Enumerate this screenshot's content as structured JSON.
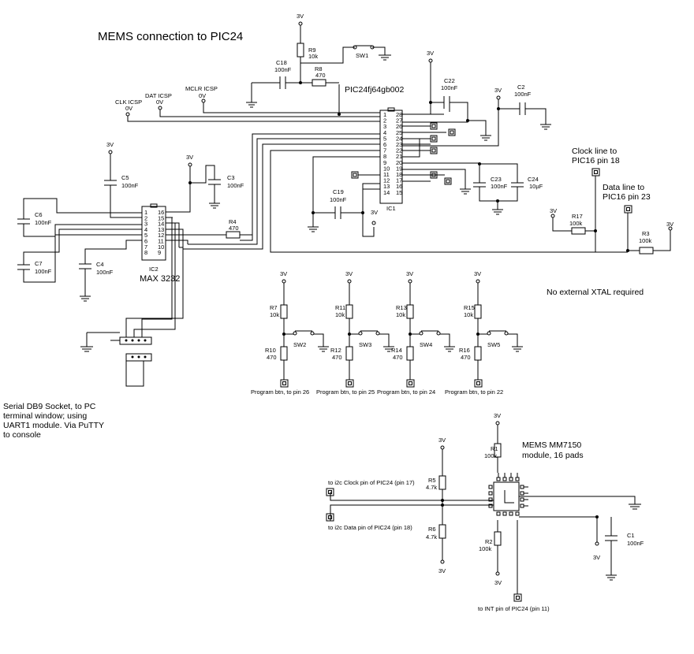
{
  "title": "MEMS connection to PIC24",
  "mcu": "PIC24fj64gb002",
  "ic1": "IC1",
  "ic2": "IC2",
  "max": "MAX 3232",
  "v3": "3V",
  "v0": "0V",
  "nets": {
    "clk_icsp": "CLK ICSP",
    "dat_icsp": "DAT ICSP",
    "mclr_icsp": "MCLR ICSP",
    "clock_line": [
      "Clock line to",
      "PIC16 pin 18"
    ],
    "data_line": [
      "Data line to",
      "PIC16 pin 23"
    ],
    "no_xtal": "No external XTAL required",
    "db9": [
      "Serial DB9 Socket, to PC",
      "terminal window; using",
      "UART1 module. Via PuTTY",
      "to console"
    ],
    "mems_module": [
      "MEMS MM7150",
      "module, 16 pads"
    ],
    "i2c_clock": "to i2c Clock pin of PIC24 (pin 17)",
    "i2c_data": "to i2c Data pin of PIC24 (pin 18)",
    "int_pin": "to INT pin of PIC24 (pin 11)"
  },
  "buttons": [
    {
      "sw": "SW2",
      "pull": "R7",
      "pull_val": "10k",
      "ser": "R10",
      "ser_val": "470",
      "label": "Program btn, to pin 26"
    },
    {
      "sw": "SW3",
      "pull": "R11",
      "pull_val": "10k",
      "ser": "R12",
      "ser_val": "470",
      "label": "Program btn, to pin 25"
    },
    {
      "sw": "SW4",
      "pull": "R13",
      "pull_val": "10k",
      "ser": "R14",
      "ser_val": "470",
      "label": "Program btn, to pin 24"
    },
    {
      "sw": "SW5",
      "pull": "R15",
      "pull_val": "10k",
      "ser": "R16",
      "ser_val": "470",
      "label": "Program btn, to pin 22"
    }
  ],
  "parts": {
    "r9": [
      "R9",
      "10k"
    ],
    "r8": [
      "R8",
      "470"
    ],
    "sw1": "SW1",
    "c18": [
      "C18",
      "100nF"
    ],
    "c22": [
      "C22",
      "100nF"
    ],
    "c2": [
      "C2",
      "100nF"
    ],
    "c23": [
      "C23",
      "100nF"
    ],
    "c24": [
      "C24",
      "10µF"
    ],
    "c19": [
      "C19",
      "100nF"
    ],
    "c5": [
      "C5",
      "100nF"
    ],
    "c3": [
      "C3",
      "100nF"
    ],
    "c6": [
      "C6",
      "100nF"
    ],
    "c7": [
      "C7",
      "100nF"
    ],
    "c4": [
      "C4",
      "100nF"
    ],
    "r4": [
      "R4",
      "470"
    ],
    "r17": [
      "R17",
      "100k"
    ],
    "r3": [
      "R3",
      "100k"
    ],
    "r1": [
      "R1",
      "100k"
    ],
    "r2": [
      "R2",
      "100k"
    ],
    "r5": [
      "R5",
      "4.7k"
    ],
    "r6": [
      "R6",
      "4.7k"
    ],
    "c1": [
      "C1",
      "100nF"
    ]
  },
  "ic1_pins_left": [
    "1",
    "2",
    "3",
    "4",
    "5",
    "6",
    "7",
    "8",
    "9",
    "10",
    "11",
    "12",
    "13",
    "14"
  ],
  "ic1_pins_right": [
    "28",
    "27",
    "26",
    "25",
    "24",
    "23",
    "22",
    "21",
    "20",
    "19",
    "18",
    "17",
    "16",
    "15"
  ],
  "ic2_pins_left": [
    "1",
    "2",
    "3",
    "4",
    "5",
    "6",
    "7",
    "8"
  ],
  "ic2_pins_right": [
    "16",
    "15",
    "14",
    "13",
    "12",
    "11",
    "10",
    "9"
  ]
}
